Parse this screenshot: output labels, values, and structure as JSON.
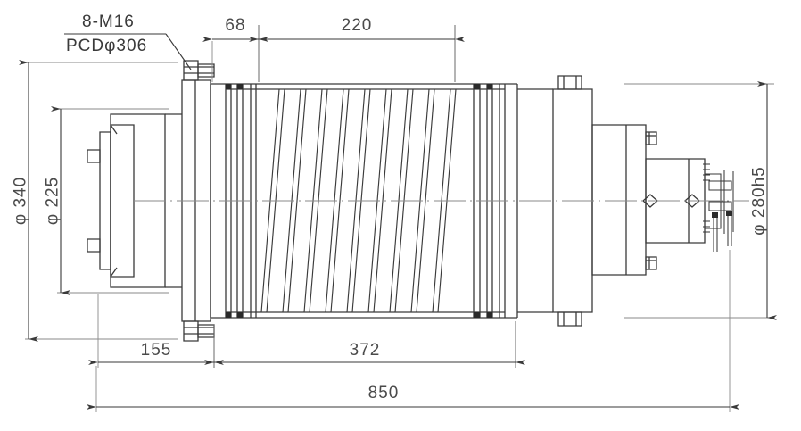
{
  "drawing": {
    "type": "mechanical-engineering-drawing",
    "subject": "motorized spindle assembly side elevation",
    "units": "mm",
    "line_color": "#3a3a3a",
    "dim_color": "#4a4a4a",
    "centerline_color": "#8a8a8a",
    "background": "#ffffff"
  },
  "notes": {
    "thread_callout_line1": "8-M16",
    "thread_callout_line2": "PCDφ306"
  },
  "dimensions": {
    "top": [
      {
        "label": "68",
        "name": "dim-68"
      },
      {
        "label": "220",
        "name": "dim-220"
      }
    ],
    "bottom": [
      {
        "label": "155",
        "name": "dim-155"
      },
      {
        "label": "372",
        "name": "dim-372"
      },
      {
        "label": "850",
        "name": "dim-850"
      }
    ],
    "left": [
      {
        "label": "φ 340",
        "name": "dim-phi340"
      },
      {
        "label": "φ 225",
        "name": "dim-phi225"
      }
    ],
    "right": [
      {
        "label": "φ 280h5",
        "name": "dim-phi280h5"
      }
    ]
  },
  "features": {
    "flange": "left mounting flange with 8 bolt studs on PCD 306",
    "jacket": "central helical cooling jacket with spiral groove",
    "rear": "stepped rear housing with terminal connectors"
  }
}
